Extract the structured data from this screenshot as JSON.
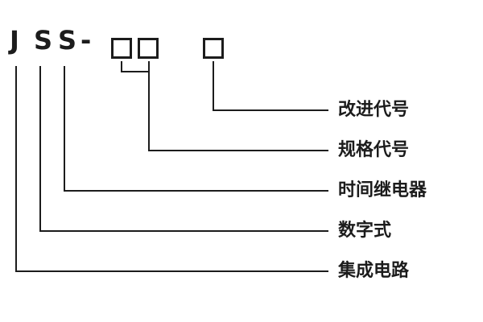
{
  "diagram": {
    "title_meaning": "model-designation-breakdown",
    "model_prefix": [
      "J",
      "S",
      "S",
      "-"
    ],
    "box_count": 3,
    "labels": [
      {
        "text": "改进代号"
      },
      {
        "text": "规格代号"
      },
      {
        "text": "时间继电器"
      },
      {
        "text": "数字式"
      },
      {
        "text": "集成电路"
      }
    ]
  },
  "colors": {
    "line": "#1c1c1c",
    "text": "#1c1c1c",
    "background": "#ffffff"
  }
}
